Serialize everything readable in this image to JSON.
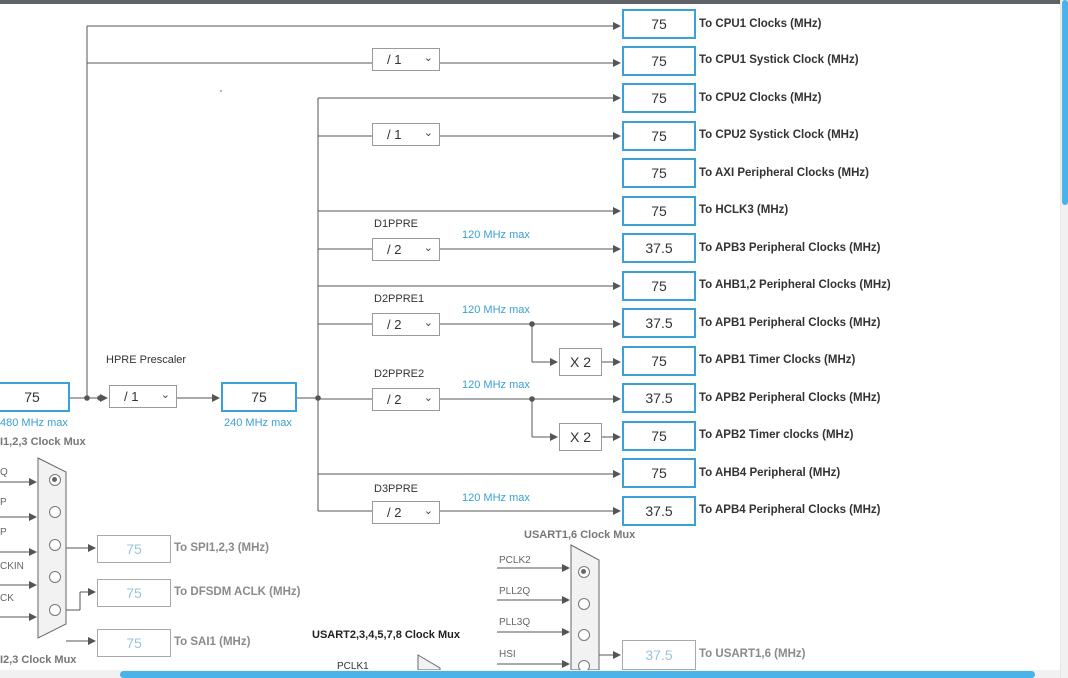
{
  "outputs": [
    {
      "value": "75",
      "label": "To CPU1 Clocks (MHz)"
    },
    {
      "value": "75",
      "label": "To CPU1 Systick Clock (MHz)"
    },
    {
      "value": "75",
      "label": "To CPU2 Clocks (MHz)"
    },
    {
      "value": "75",
      "label": "To CPU2 Systick Clock (MHz)"
    },
    {
      "value": "75",
      "label": "To AXI Peripheral Clocks (MHz)"
    },
    {
      "value": "75",
      "label": "To HCLK3 (MHz)"
    },
    {
      "value": "37.5",
      "label": "To APB3 Peripheral Clocks (MHz)"
    },
    {
      "value": "75",
      "label": "To AHB1,2 Peripheral Clocks (MHz)"
    },
    {
      "value": "37.5",
      "label": "To APB1 Peripheral Clocks (MHz)"
    },
    {
      "value": "75",
      "label": "To APB1 Timer Clocks (MHz)"
    },
    {
      "value": "37.5",
      "label": "To APB2 Peripheral Clocks (MHz)"
    },
    {
      "value": "75",
      "label": "To APB2 Timer clocks (MHz)"
    },
    {
      "value": "75",
      "label": "To AHB4 Peripheral (MHz)"
    },
    {
      "value": "37.5",
      "label": "To APB4 Peripheral Clocks (MHz)"
    }
  ],
  "dividers": {
    "cpu1_systick": "/ 1",
    "cpu2_systick": "/ 1",
    "d1ppre": "/ 2",
    "d2ppre1": "/ 2",
    "d2ppre2": "/ 2",
    "d3ppre": "/ 2",
    "hpre": "/ 1"
  },
  "divider_labels": {
    "d1ppre": "D1PPRE",
    "d2ppre1": "D2PPRE1",
    "d2ppre2": "D2PPRE2",
    "d3ppre": "D3PPRE",
    "hpre": "HPRE Prescaler"
  },
  "max_labels": {
    "apb3": "120 MHz max",
    "apb1": "120 MHz max",
    "apb2": "120 MHz max",
    "apb4": "120 MHz max",
    "sysclk": "480 MHz max",
    "hclk": "240 MHz max"
  },
  "multipliers": {
    "apb1_timer": "X 2",
    "apb2_timer": "X 2"
  },
  "sysclk_value": "75",
  "hclk_value": "75",
  "spi_mux": {
    "title": "I1,2,3 Clock Mux",
    "inputs": [
      "Q",
      "P",
      "P",
      "CKIN",
      "CK"
    ],
    "selected": 0
  },
  "sai_mux": {
    "title": "I2,3 Clock Mux"
  },
  "peripheral_outputs": [
    {
      "value": "75",
      "label": "To SPI1,2,3 (MHz)"
    },
    {
      "value": "75",
      "label": "To DFSDM ACLK (MHz)"
    },
    {
      "value": "75",
      "label": "To SAI1 (MHz)"
    }
  ],
  "usart16_mux": {
    "title": "USART1,6 Clock Mux",
    "inputs": [
      "PCLK2",
      "PLL2Q",
      "PLL3Q",
      "HSI"
    ],
    "selected": 0,
    "output_value": "37.5",
    "output_label": "To USART1,6 (MHz)"
  },
  "usart2_mux": {
    "title": "USART2,3,4,5,7,8 Clock Mux",
    "inputs": [
      "PCLK1"
    ]
  },
  "colors": {
    "accent": "#3ba0d8",
    "line": "#555555",
    "disabled": "#a9a9a9",
    "scrollbar": "#4ab3ea"
  }
}
